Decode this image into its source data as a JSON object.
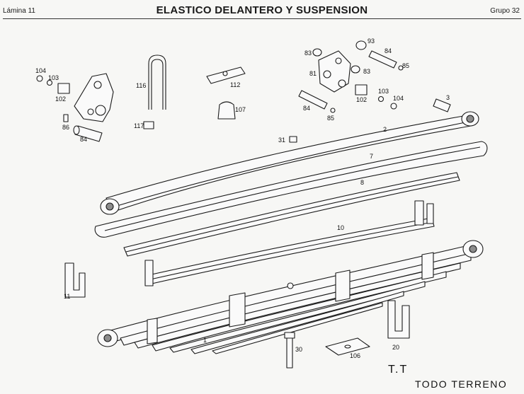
{
  "header": {
    "left": "Lámina 11",
    "title": "ELASTICO DELANTERO Y SUSPENSION",
    "right": "Grupo 32"
  },
  "model_mark": "T.T",
  "model_name": "TODO TERRENO",
  "parts": {
    "p104a": "104",
    "p103a": "103",
    "p102a": "102",
    "p86": "86",
    "p84a": "84",
    "p116": "116",
    "p117": "117",
    "p112": "112",
    "p107": "107",
    "p31": "31",
    "p93": "93",
    "p83a": "83",
    "p84b": "84",
    "p85a": "85",
    "p81": "81",
    "p83b": "83",
    "p3": "3",
    "p103b": "103",
    "p104b": "104",
    "p102b": "102",
    "p84c": "84",
    "p85b": "85",
    "p2": "2",
    "p7": "7",
    "p8": "8",
    "p10": "10",
    "p1": "1",
    "p11": "11",
    "p30": "30",
    "p106": "106",
    "p20": "20"
  },
  "colors": {
    "ink": "#1a1a1a",
    "paper": "#f7f7f5",
    "shade": "#8c8c8c"
  }
}
